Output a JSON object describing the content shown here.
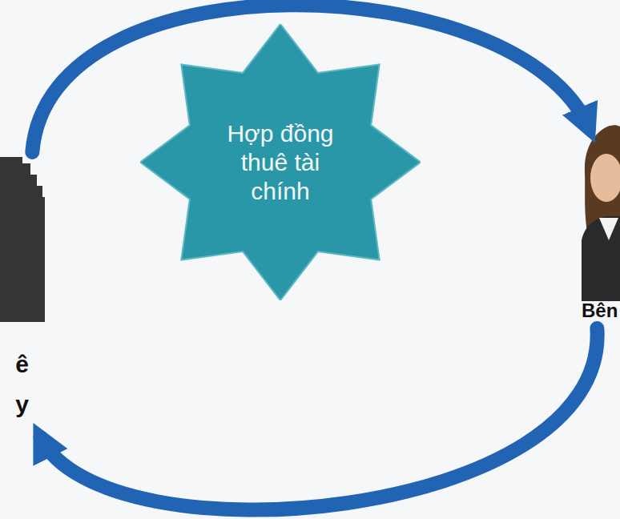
{
  "diagram": {
    "nodes": [
      {
        "text": [
          "ê y"
        ]
      },
      {
        "text": [
          "Hợp đồng thuê tài chính"
        ]
      },
      {
        "text": [
          "Bên"
        ]
      }
    ],
    "edges": [
      {
        "from": 0,
        "to": 2,
        "arrow": "to"
      },
      {
        "from": 2,
        "to": 0,
        "arrow": "to"
      }
    ]
  }
}
